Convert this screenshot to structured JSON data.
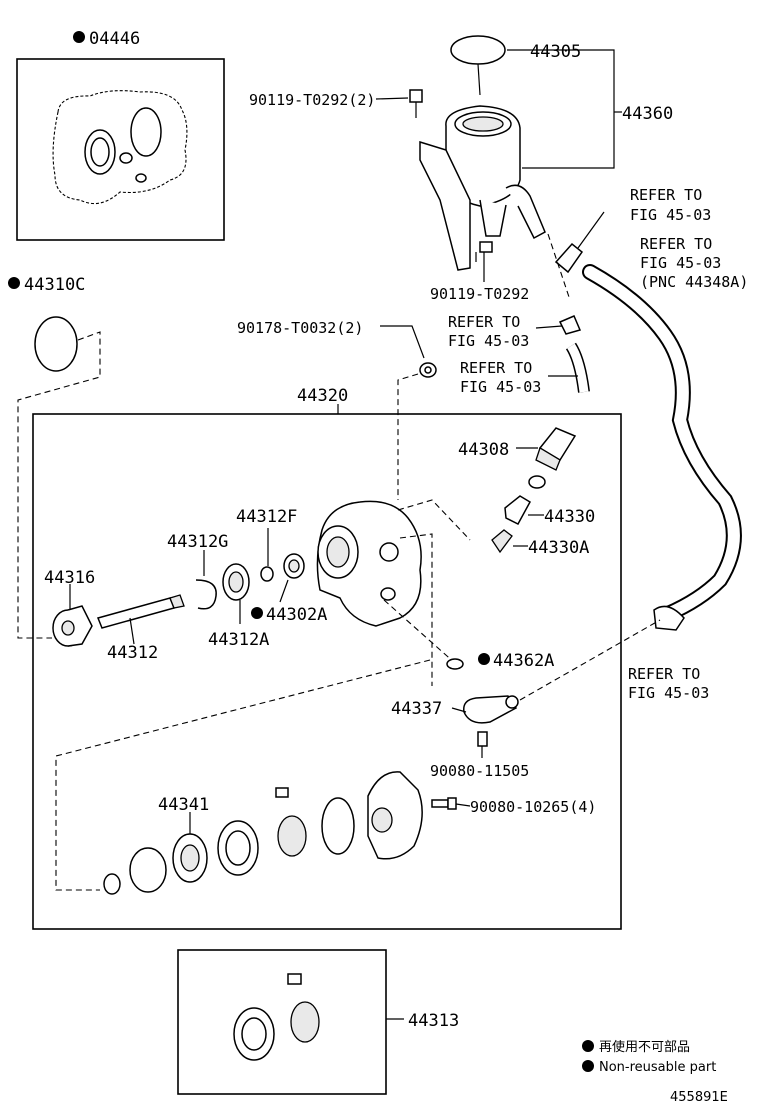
{
  "parts": {
    "p04446": "04446",
    "p44310c": "44310C",
    "p44305": "44305",
    "p44360": "44360",
    "p90119a": "90119-T0292(2)",
    "p90119b": "90119-T0292",
    "p90178": "90178-T0032(2)",
    "p44320": "44320",
    "p44308": "44308",
    "p44330": "44330",
    "p44330a": "44330A",
    "p44312f": "44312F",
    "p44312g": "44312G",
    "p44316": "44316",
    "p44312": "44312",
    "p44312a": "44312A",
    "p44302a": "44302A",
    "p44362a": "44362A",
    "p44337": "44337",
    "p90080a": "90080-11505",
    "p44341": "44341",
    "p90080b": "90080-10265(4)",
    "p44313": "44313"
  },
  "refers": {
    "r1_line1": "REFER TO",
    "r1_line2": "FIG 45-03",
    "r2_line1": "REFER TO",
    "r2_line2": "FIG 45-03",
    "r2_line3": "(PNC 44348A)",
    "r3_line1": "REFER TO",
    "r3_line2": "FIG 45-03",
    "r4_line1": "REFER TO",
    "r4_line2": "FIG 45-03",
    "r5_line1": "REFER TO",
    "r5_line2": "FIG 45-03"
  },
  "legend": {
    "jp": "再使用不可部品",
    "en": "Non-reusable part"
  },
  "figure_code": "455891E"
}
